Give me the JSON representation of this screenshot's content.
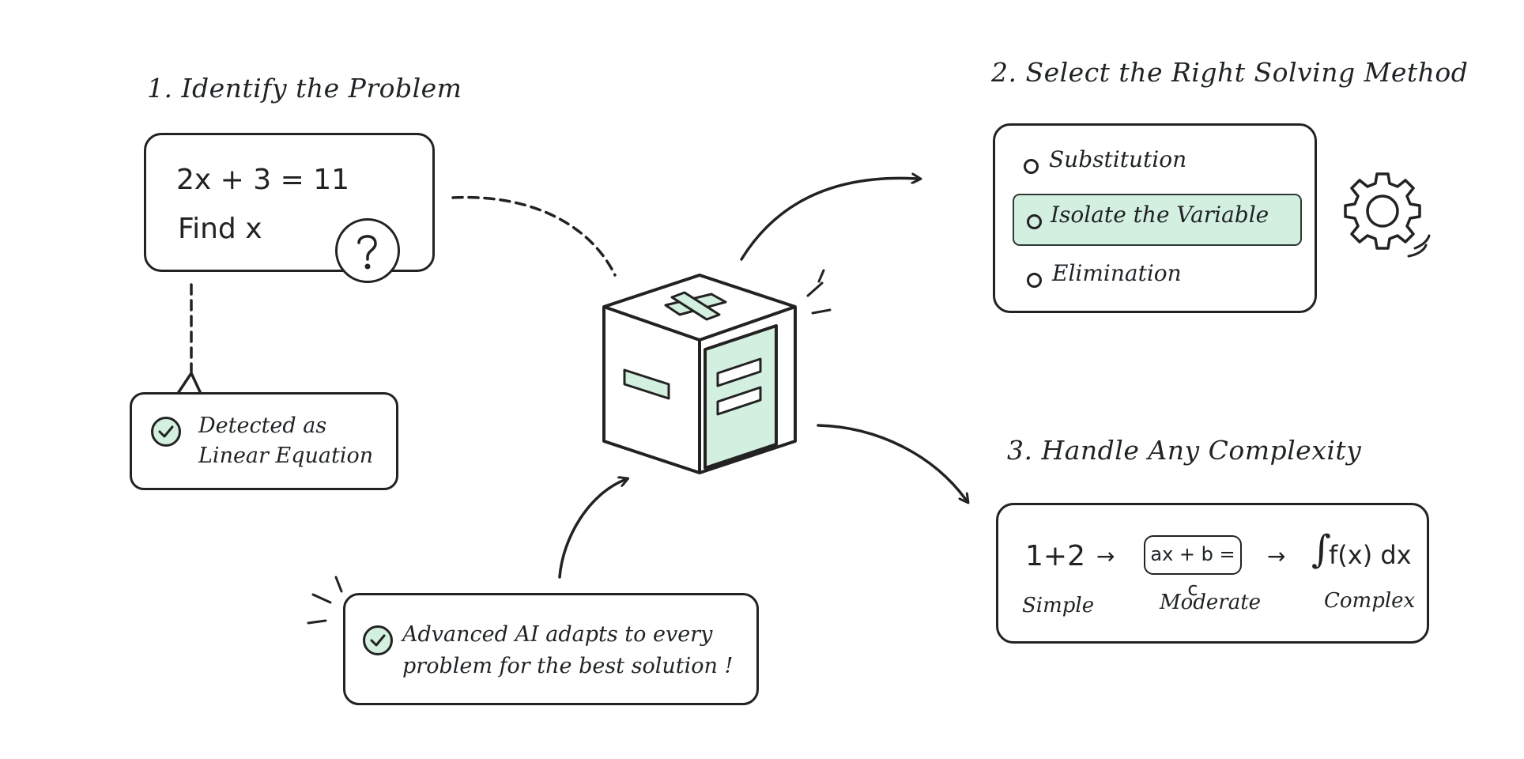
{
  "colors": {
    "ink": "#222222",
    "accent_fill": "#d3efdf",
    "background": "#ffffff"
  },
  "step1": {
    "title": "1. Identify the Problem",
    "equation": "2x + 3 = 11",
    "instruction": "Find x",
    "icon": "question-mark-icon",
    "detected_line1": "Detected as",
    "detected_line2": "Linear Equation",
    "detected_icon": "check-circle-icon"
  },
  "step2": {
    "title": "2. Select the Right Solving Method",
    "options": [
      {
        "label": "Substitution",
        "selected": false
      },
      {
        "label": "Isolate the Variable",
        "selected": true
      },
      {
        "label": "Elimination",
        "selected": false
      }
    ],
    "icon": "gear-icon"
  },
  "step3": {
    "title": "3. Handle Any Complexity",
    "levels": [
      {
        "expr": "1+2",
        "label": "Simple"
      },
      {
        "expr": "ax + b = c",
        "label": "Moderate"
      },
      {
        "expr": "f(x) dx",
        "label": "Complex"
      }
    ],
    "arrow_glyph": "→",
    "integral_glyph": "∫"
  },
  "center": {
    "icon": "math-operators-cube-icon"
  },
  "ai_note": {
    "line1": "Advanced AI adapts to every",
    "line2": "problem for the best solution !",
    "icon": "check-circle-icon"
  }
}
